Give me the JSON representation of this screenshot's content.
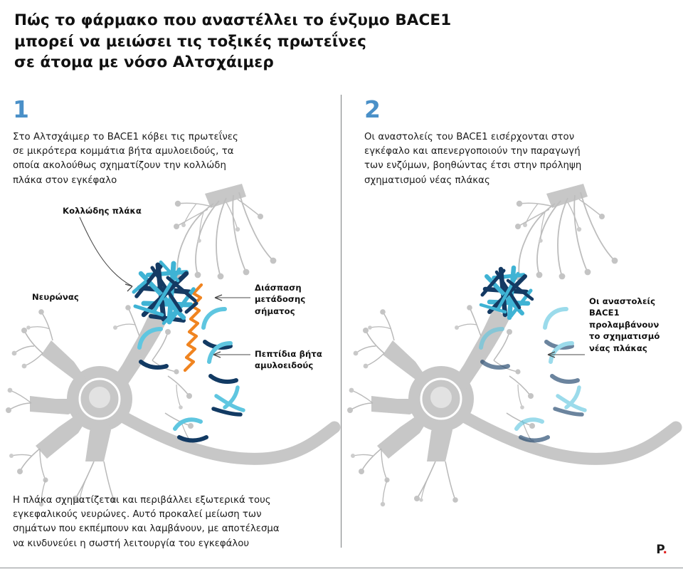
{
  "title": {
    "line1": "Πώς το φάρμακο που αναστέλλει το ένζυμο BACE1",
    "line2": "μπορεί να μειώσει τις τοξικές πρωτεΐνες",
    "line3": "σε άτομα με νόσο Αλτσχάιμερ"
  },
  "steps": [
    {
      "number": "1",
      "line1": "Στο Αλτσχάιμερ το BACE1 κόβει τις πρωτεΐνες",
      "line2": "σε μικρότερα κομμάτια βήτα αμυλοειδούς, τα",
      "line3": "οποία ακολούθως σχηματίζουν την κολλώδη",
      "line4": "πλάκα στον εγκέφαλο"
    },
    {
      "number": "2",
      "line1": "Οι αναστολείς του BACE1 εισέρχονται στον",
      "line2": "εγκέφαλο και απενεργοποιούν την παραγωγή",
      "line3": "των ενζύμων, βοηθώντας έτσι στην πρόληψη",
      "line4": "σχηματισμού νέας πλάκας"
    }
  ],
  "labels": {
    "plaque": {
      "line1": "Κολλώδης πλάκα"
    },
    "neuron": {
      "line1": "Νευρώνας"
    },
    "signal": {
      "line1": "Διάσπαση",
      "line2": "μετάδοσης",
      "line3": "σήματος"
    },
    "peptide": {
      "line1": "Πεπτίδια βήτα",
      "line2": "αμυλοειδούς"
    },
    "inhibitor": {
      "line1": "Οι αναστολείς",
      "line2": "BACE1",
      "line3": "προλαμβάνουν",
      "line4": "το σχηματισμό",
      "line5": "νέας πλάκας"
    }
  },
  "caption": {
    "line1": "Η πλάκα σχηματίζεται και περιβάλλει εξωτερικά τους",
    "line2": "εγκεφαλικούς νευρώνες. Αυτό προκαλεί μείωση των",
    "line3": "σημάτων που εκπέμπουν και λαμβάνουν, με αποτέλεσμα",
    "line4": "να κινδυνεύει η σωστή λειτουργία του εγκεφάλου"
  },
  "logo": {
    "mark": "P",
    "dot": "."
  },
  "colors": {
    "accent_blue": "#4a90c8",
    "plaque_dark": "#143a63",
    "plaque_light": "#3fb3d4",
    "peptide_light": "#5fc6e0",
    "peptide_dark": "#123a63",
    "signal_orange": "#f08420",
    "neuron_gray": "#c7c7c7",
    "dendrite_gray": "#b7b7b7",
    "divider_gray": "#7b7e80",
    "text_dark": "#111111",
    "logo_red": "#e02020"
  }
}
